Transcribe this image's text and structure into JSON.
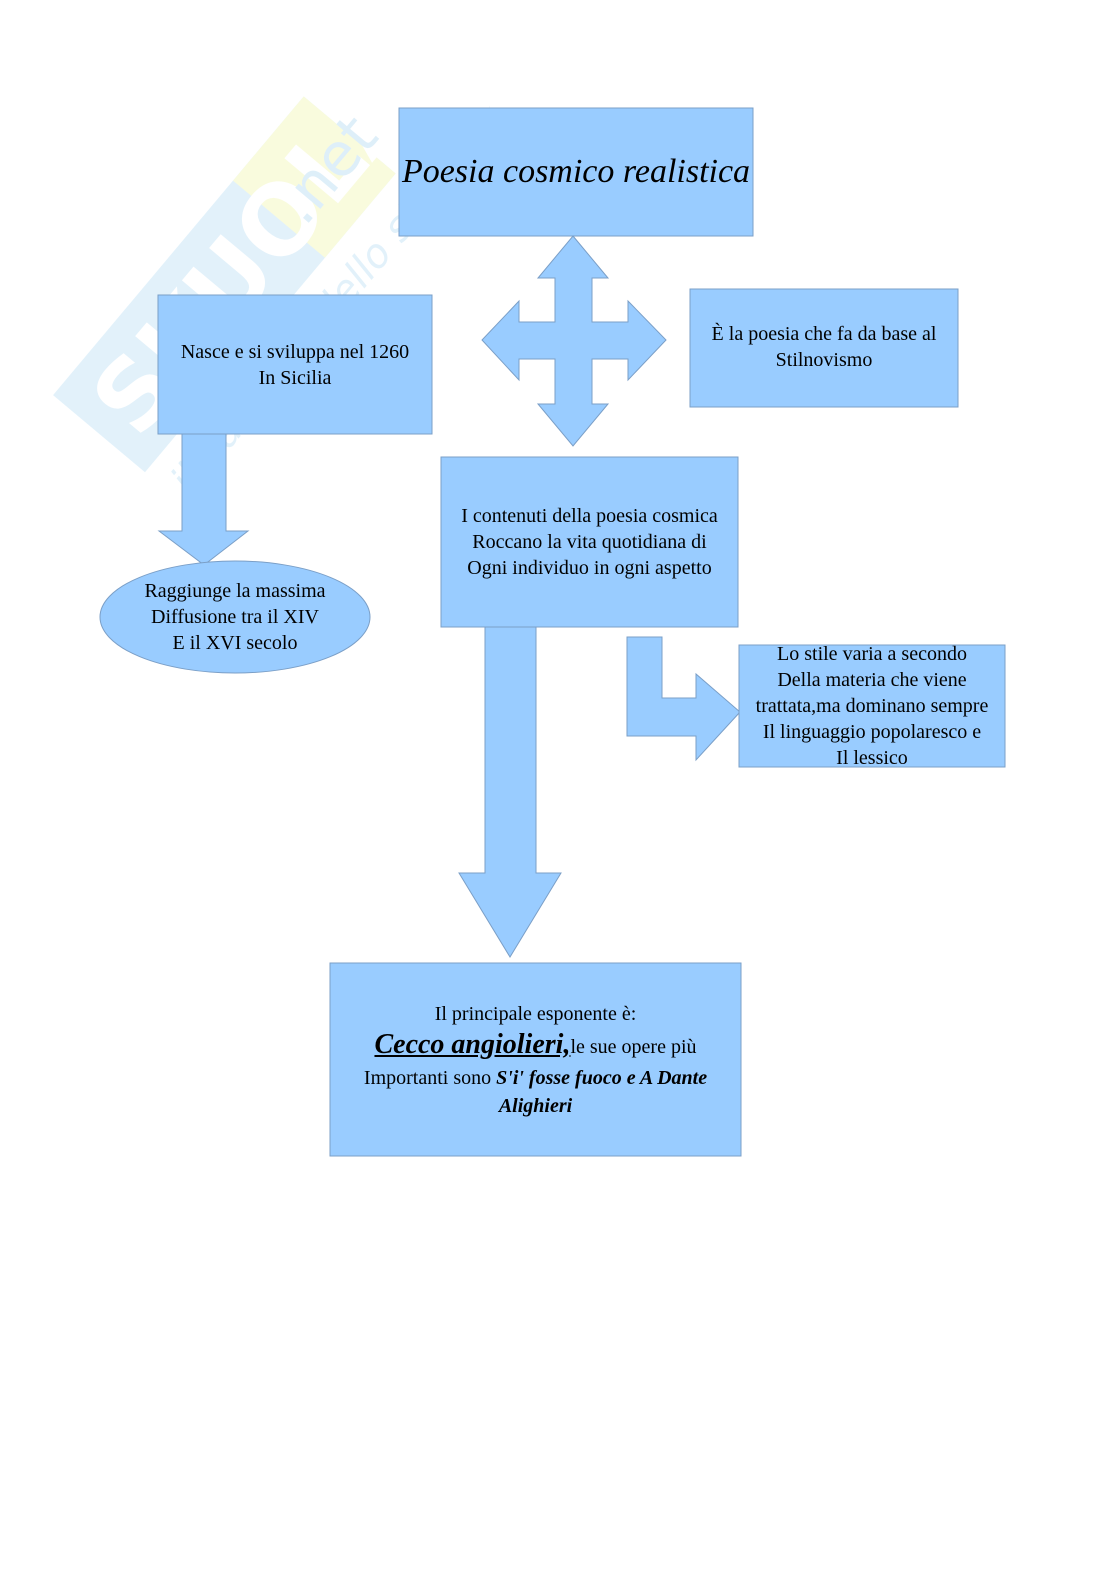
{
  "watermark": {
    "brand": "SKUOLA.net",
    "tagline": "il paradiso dello studente"
  },
  "nodes": {
    "title": "Poesia cosmico realistica",
    "origin": {
      "line1": "Nasce e si sviluppa nel 1260",
      "line2": "In Sicilia"
    },
    "base": {
      "line1": "È la poesia che fa da base al",
      "line2": "Stilnovismo"
    },
    "diffusion": {
      "line1": "Raggiunge la massima",
      "line2": "Diffusione tra il XIV",
      "line3": "E il XVI secolo"
    },
    "contents": {
      "line1": "I contenuti della poesia cosmica",
      "line2": "Roccano la vita quotidiana di",
      "line3": "Ogni individuo in ogni aspetto"
    },
    "style": {
      "line1": "Lo stile varia a secondo",
      "line2": "Della materia che viene",
      "line3": "trattata,ma dominano sempre",
      "line4": "Il linguaggio popolaresco e",
      "line5": "Il lessico"
    },
    "exponent": {
      "intro": "Il principale esponente è:",
      "name": "Cecco angiolieri,",
      "after_name": "le sue opere più",
      "works_prefix": "Importanti sono ",
      "works_line1": "S'i' fosse fuoco e A Dante",
      "works_line2": "Alighieri"
    }
  },
  "colors": {
    "shape_fill": "#99ccff",
    "shape_stroke": "#7b9fc7"
  }
}
